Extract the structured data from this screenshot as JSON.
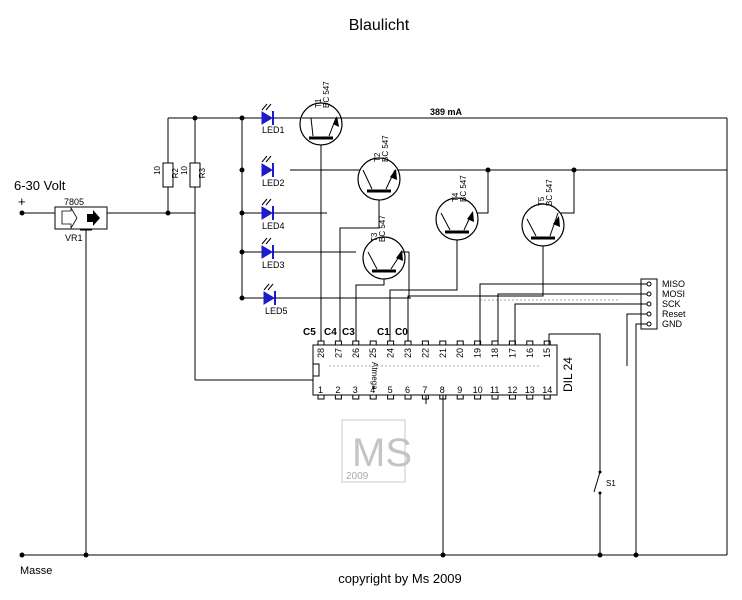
{
  "title": "Blaulicht",
  "supply_label": "6-30 Volt",
  "plus_label": "+",
  "ground_label": "Masse",
  "current_label": "389 mA",
  "copyright": "copyright by Ms 2009",
  "regulator": {
    "part": "7805",
    "ref": "VR1"
  },
  "resistors": [
    {
      "ref": "R2",
      "value": "10"
    },
    {
      "ref": "R3",
      "value": "10"
    }
  ],
  "leds": [
    "LED1",
    "LED2",
    "LED4",
    "LED3",
    "LED5"
  ],
  "transistors": [
    {
      "ref": "T1",
      "type": "BC 547"
    },
    {
      "ref": "T2",
      "type": "BC 547"
    },
    {
      "ref": "T3",
      "type": "BC 547"
    },
    {
      "ref": "T4",
      "type": "BC 547"
    },
    {
      "ref": "T5",
      "type": "BC 547"
    }
  ],
  "chip": {
    "package": "DIL 24",
    "label": "Atmega",
    "top_pins": [
      "28",
      "27",
      "26",
      "25",
      "24",
      "23",
      "22",
      "21",
      "20",
      "19",
      "18",
      "17",
      "16",
      "15"
    ],
    "bottom_pins": [
      "1",
      "2",
      "3",
      "4",
      "5",
      "6",
      "7",
      "8",
      "9",
      "10",
      "11",
      "12",
      "13",
      "14"
    ]
  },
  "port_labels": [
    "C5",
    "C4",
    "C3",
    "C1",
    "C0"
  ],
  "isp_header": [
    "MISO",
    "MOSI",
    "SCK",
    "Reset",
    "GND"
  ],
  "switch": "S1",
  "watermark": {
    "letters": "MS",
    "year": "2009"
  }
}
